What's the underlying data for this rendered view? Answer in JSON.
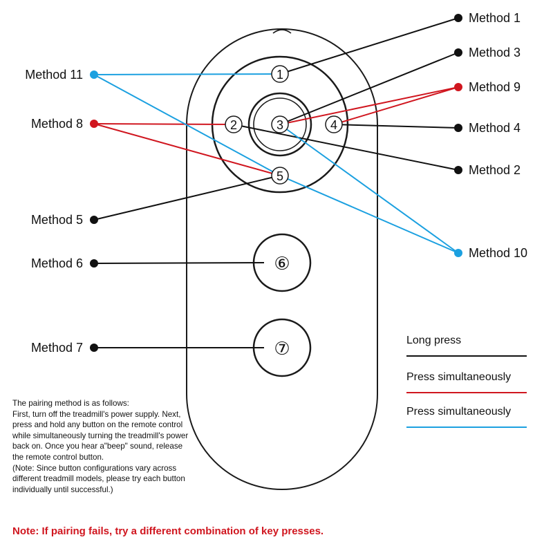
{
  "colors": {
    "long_press": "#111111",
    "simultaneous_red": "#d0161f",
    "simultaneous_blue": "#1ba0e0",
    "outline": "#1a1a1a",
    "note": "#d0161f"
  },
  "buttons": [
    {
      "id": 1,
      "label": "①"
    },
    {
      "id": 2,
      "label": "②"
    },
    {
      "id": 3,
      "label": "③"
    },
    {
      "id": 4,
      "label": "④"
    },
    {
      "id": 5,
      "label": "⑤"
    },
    {
      "id": 6,
      "label": "⑥"
    },
    {
      "id": 7,
      "label": "⑦"
    }
  ],
  "methods": [
    {
      "label": "Method 1",
      "type": "long",
      "buttons": [
        1
      ]
    },
    {
      "label": "Method 2",
      "type": "long",
      "buttons": [
        2
      ]
    },
    {
      "label": "Method 3",
      "type": "long",
      "buttons": [
        3
      ]
    },
    {
      "label": "Method 4",
      "type": "long",
      "buttons": [
        4
      ]
    },
    {
      "label": "Method 5",
      "type": "long",
      "buttons": [
        5
      ]
    },
    {
      "label": "Method 6",
      "type": "long",
      "buttons": [
        6
      ]
    },
    {
      "label": "Method 7",
      "type": "long",
      "buttons": [
        7
      ]
    },
    {
      "label": "Method 8",
      "type": "red",
      "buttons": [
        2,
        5
      ]
    },
    {
      "label": "Method 9",
      "type": "red",
      "buttons": [
        3,
        4
      ]
    },
    {
      "label": "Method 10",
      "type": "blue",
      "buttons": [
        3,
        5
      ]
    },
    {
      "label": "Method 11",
      "type": "blue",
      "buttons": [
        1,
        5
      ]
    }
  ],
  "legend": [
    {
      "label": "Long press",
      "type": "long"
    },
    {
      "label": "Press simultaneously",
      "type": "red"
    },
    {
      "label": "Press simultaneously",
      "type": "blue"
    }
  ],
  "instructions": {
    "line1": "The pairing method is as follows:",
    "line2": "First, turn off the treadmill's power supply. Next, press and hold any button on the remote control while simultaneously turning the treadmill's power back on. Once you hear a\"beep\" sound, release the remote control button.",
    "line3": "(Note: Since button configurations vary across different treadmill models, please try each button individually until successful.)"
  },
  "footer_note": "Note: If pairing fails, try a different combination of key presses."
}
